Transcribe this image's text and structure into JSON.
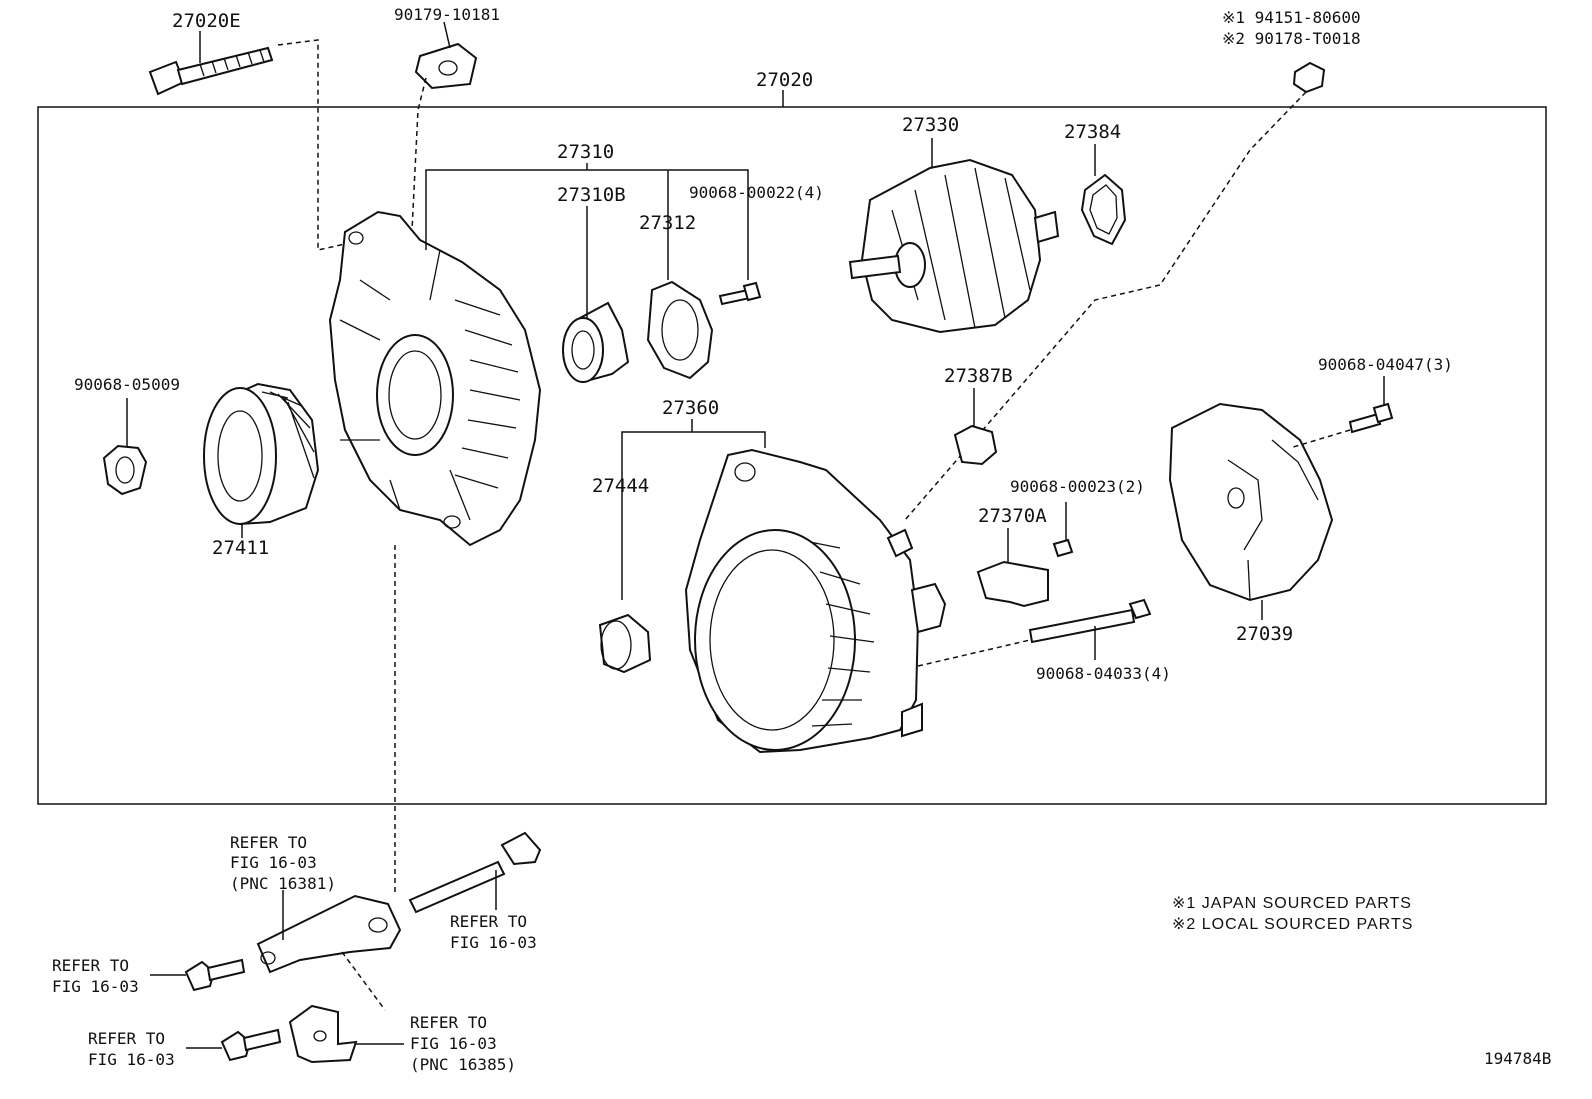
{
  "labels": {
    "p27020E": "27020E",
    "p90179": "90179-10181",
    "p27020": "27020",
    "note_ref1": "※1 94151-80600",
    "note_ref2": "※2 90178-T0018",
    "p27310": "27310",
    "p27310B": "27310B",
    "p27312": "27312",
    "p90068_00022": "90068-00022(4)",
    "p27330": "27330",
    "p27384": "27384",
    "p90068_05009": "90068-05009",
    "p27411": "27411",
    "p27360": "27360",
    "p27444": "27444",
    "p27387B": "27387B",
    "p90068_04047": "90068-04047(3)",
    "p90068_00023": "90068-00023(2)",
    "p27370A": "27370A",
    "p27039": "27039",
    "p90068_04033": "90068-04033(4)",
    "diagram_id": "194784B"
  },
  "refer_notes": {
    "r1_l1": "REFER TO",
    "r1_l2": "FIG 16-03",
    "r1_l3": "(PNC 16381)",
    "r2_l1": "REFER TO",
    "r2_l2": "FIG 16-03",
    "r3_l1": "REFER TO",
    "r3_l2": "FIG 16-03",
    "r4_l1": "REFER TO",
    "r4_l2": "FIG 16-03",
    "r5_l1": "REFER TO",
    "r5_l2": "FIG 16-03",
    "r5_l3": "(PNC 16385)"
  },
  "legend": {
    "item1": "※1  JAPAN SOURCED PARTS",
    "item2": "※2  LOCAL SOURCED PARTS"
  }
}
